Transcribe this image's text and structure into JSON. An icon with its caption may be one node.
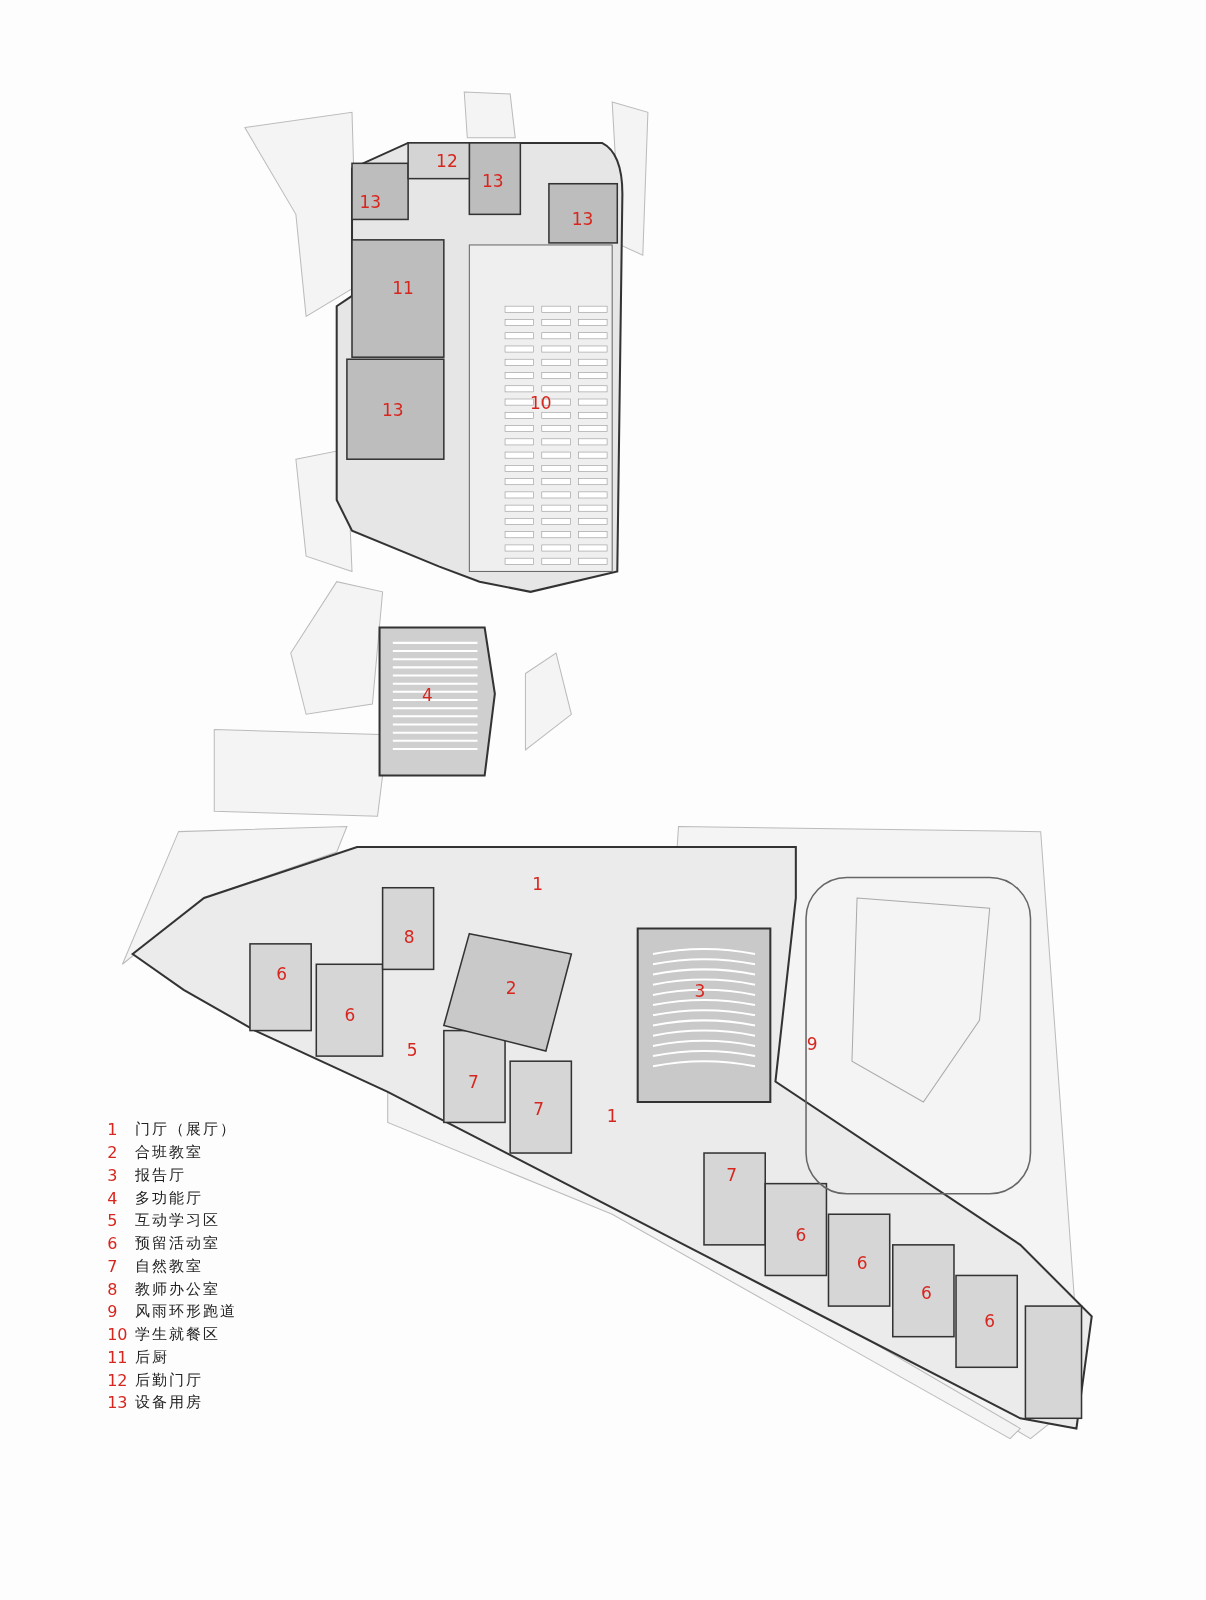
{
  "diagram": {
    "labels": [
      "12",
      "13",
      "13",
      "13",
      "11",
      "10",
      "13",
      "4",
      "1",
      "8",
      "6",
      "2",
      "3",
      "6",
      "9",
      "5",
      "7",
      "7",
      "1",
      "7",
      "6",
      "6",
      "6",
      "6",
      "1",
      "门厅（展厅）",
      "2",
      "合班教室",
      "3",
      "报告厅",
      "4",
      "多功能厅",
      "5",
      "互动学习区",
      "6",
      "预留活动室",
      "7",
      "自然教室",
      "8",
      "教师办公室",
      "9",
      "风雨环形跑道",
      "10",
      "学生就餐区",
      "11",
      "后厨",
      "12",
      "后勤门厅",
      "13",
      "设备用房"
    ]
  }
}
